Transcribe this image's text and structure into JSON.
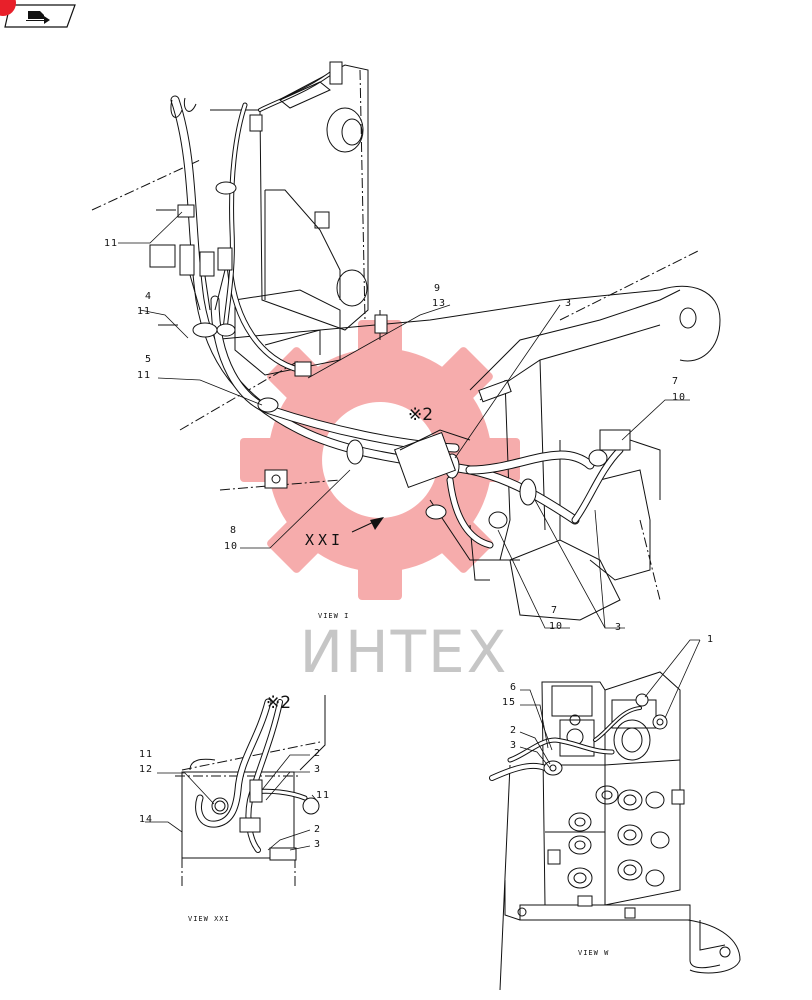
{
  "watermark": {
    "text": "ИНТЕХ",
    "gear_color": "#f06a6a",
    "text_color": "#bdbdbd"
  },
  "nav": {
    "icon": "return-arrow-icon",
    "badge_color": "#e8202a"
  },
  "views": {
    "main": "VIEW I",
    "detail_xxi": "VIEW XXI",
    "detail_w": "VIEW W"
  },
  "markers": {
    "section_ref": "XXI",
    "note": "※2"
  },
  "callouts": {
    "c11a": "11",
    "c4": "4",
    "c11b": "11",
    "c5": "5",
    "c11c": "11",
    "c9": "9",
    "c13": "13",
    "c3a": "3",
    "c7a": "7",
    "c10a": "10",
    "c8": "8",
    "c10b": "10",
    "c7b": "7",
    "c10c": "10",
    "c3b": "3",
    "x_11": "11",
    "x_12": "12",
    "x_14": "14",
    "x_2a": "2",
    "x_3a": "3",
    "x_11b": "11",
    "x_2b": "2",
    "x_3b": "3",
    "w_1": "1",
    "w_6": "6",
    "w_15": "15",
    "w_2": "2",
    "w_3": "3"
  }
}
